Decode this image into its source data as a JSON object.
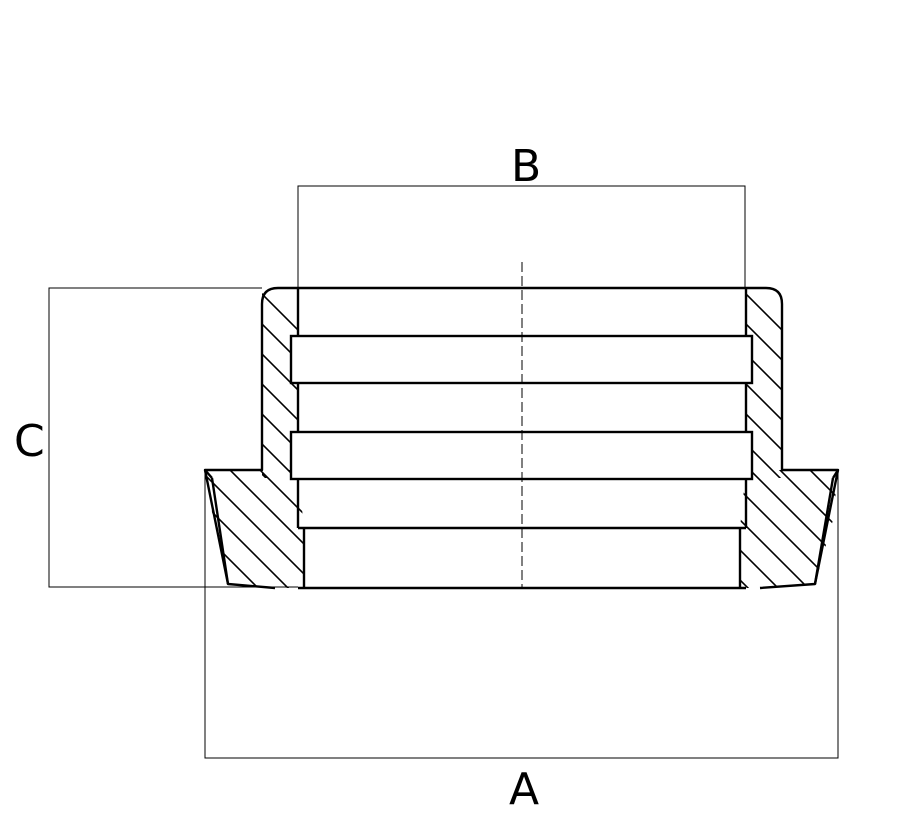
{
  "drawing": {
    "dimensions": {
      "a": "A",
      "b": "B",
      "c": "C"
    },
    "colors": {
      "line": "#000000",
      "background": "#ffffff"
    }
  }
}
